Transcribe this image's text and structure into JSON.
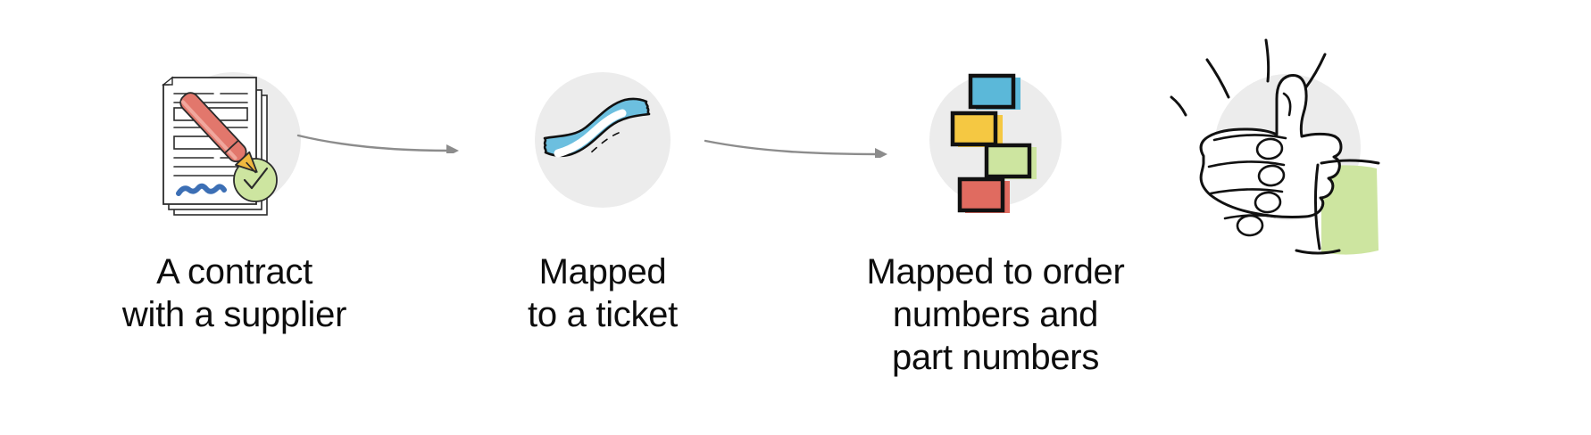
{
  "diagram": {
    "title": "Contract mapping flow",
    "background": "#ffffff",
    "circle_color": "#ececec",
    "arrow_color": "#8c8c8c",
    "text_color": "#0d0d0d"
  },
  "steps": [
    {
      "id": "contract",
      "icon": "contract-document-with-pen-icon",
      "caption": "A contract\nwith a supplier",
      "colors": {
        "paper": "#ffffff",
        "outline": "#2b2b2b",
        "pen": "#e2776c",
        "pen_nib": "#f0b93f",
        "signature": "#3c6fb5",
        "check_circle": "#cde5a0"
      }
    },
    {
      "id": "ticket",
      "icon": "wavy-ticket-ribbon-icon",
      "caption": "Mapped\nto a ticket",
      "colors": {
        "ribbon": "#6cbfdf",
        "highlight": "#ffffff",
        "outline": "#111111"
      }
    },
    {
      "id": "orders",
      "icon": "stacked-color-cards-icon",
      "caption": "Mapped to order\nnumbers and\npart numbers",
      "colors": {
        "card_1": "#5bb8d9",
        "card_2": "#f5c842",
        "card_3": "#cde5a0",
        "card_4": "#e06b60",
        "outline": "#111111"
      }
    },
    {
      "id": "done",
      "icon": "thumbs-up-hand-icon",
      "caption": "",
      "colors": {
        "hand": "#ffffff",
        "sleeve": "#cde5a0",
        "outline": "#111111"
      }
    }
  ],
  "arrows": [
    {
      "id": "arrow-1",
      "label": "arrow-contract-to-ticket",
      "length": 185
    },
    {
      "id": "arrow-2",
      "label": "arrow-ticket-to-orders",
      "length": 205
    }
  ]
}
